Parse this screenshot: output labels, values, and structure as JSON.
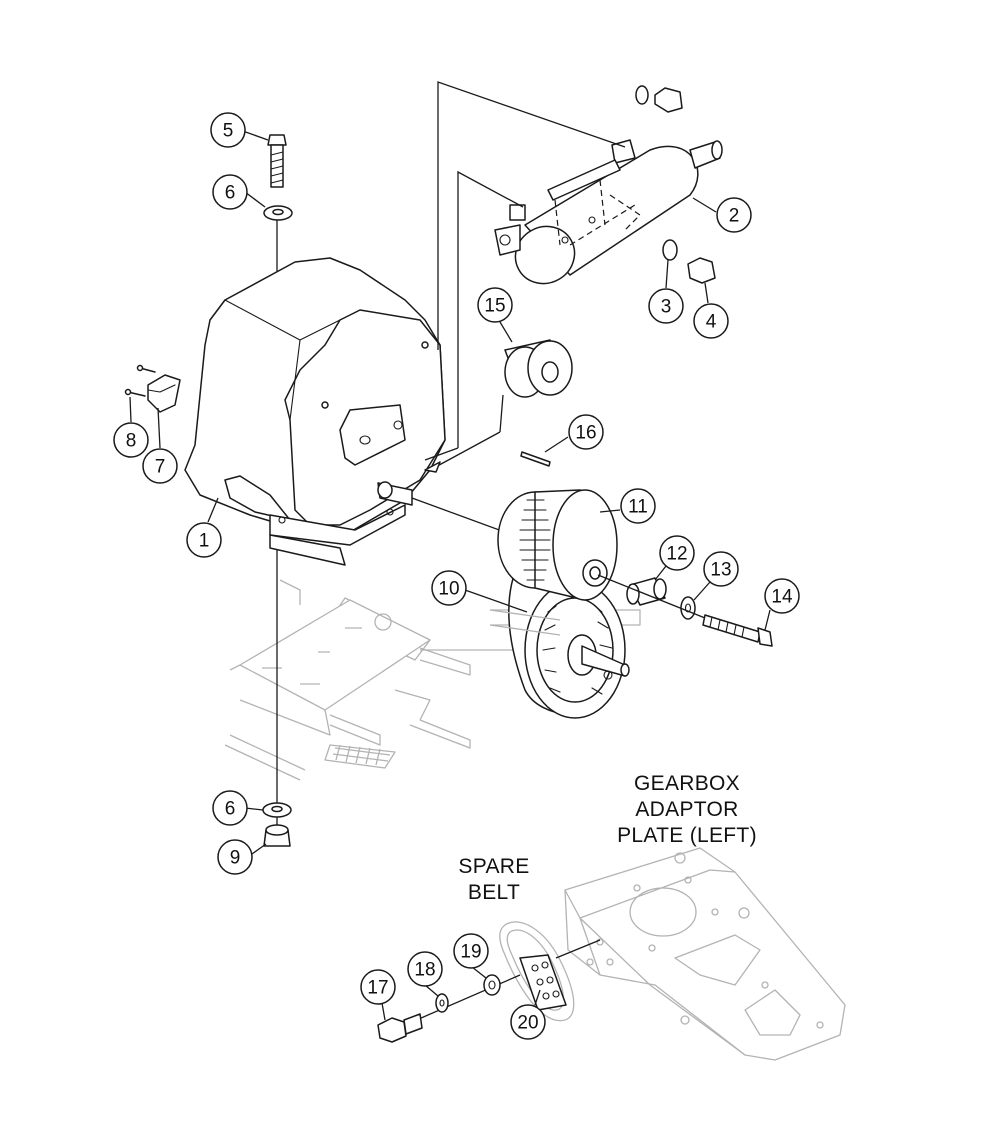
{
  "callouts": [
    {
      "id": "1",
      "label": "1"
    },
    {
      "id": "2",
      "label": "2"
    },
    {
      "id": "3",
      "label": "3"
    },
    {
      "id": "4",
      "label": "4"
    },
    {
      "id": "5",
      "label": "5"
    },
    {
      "id": "6a",
      "label": "6"
    },
    {
      "id": "6b",
      "label": "6"
    },
    {
      "id": "7",
      "label": "7"
    },
    {
      "id": "8",
      "label": "8"
    },
    {
      "id": "9",
      "label": "9"
    },
    {
      "id": "10",
      "label": "10"
    },
    {
      "id": "11",
      "label": "11"
    },
    {
      "id": "12",
      "label": "12"
    },
    {
      "id": "13",
      "label": "13"
    },
    {
      "id": "14",
      "label": "14"
    },
    {
      "id": "15",
      "label": "15"
    },
    {
      "id": "16",
      "label": "16"
    },
    {
      "id": "17",
      "label": "17"
    },
    {
      "id": "18",
      "label": "18"
    },
    {
      "id": "19",
      "label": "19"
    },
    {
      "id": "20",
      "label": "20"
    }
  ],
  "captions": {
    "gearbox_line1": "GEARBOX",
    "gearbox_line2": "ADAPTOR",
    "gearbox_line3": "PLATE (LEFT)",
    "spare_line1": "SPARE",
    "spare_line2": "BELT"
  }
}
